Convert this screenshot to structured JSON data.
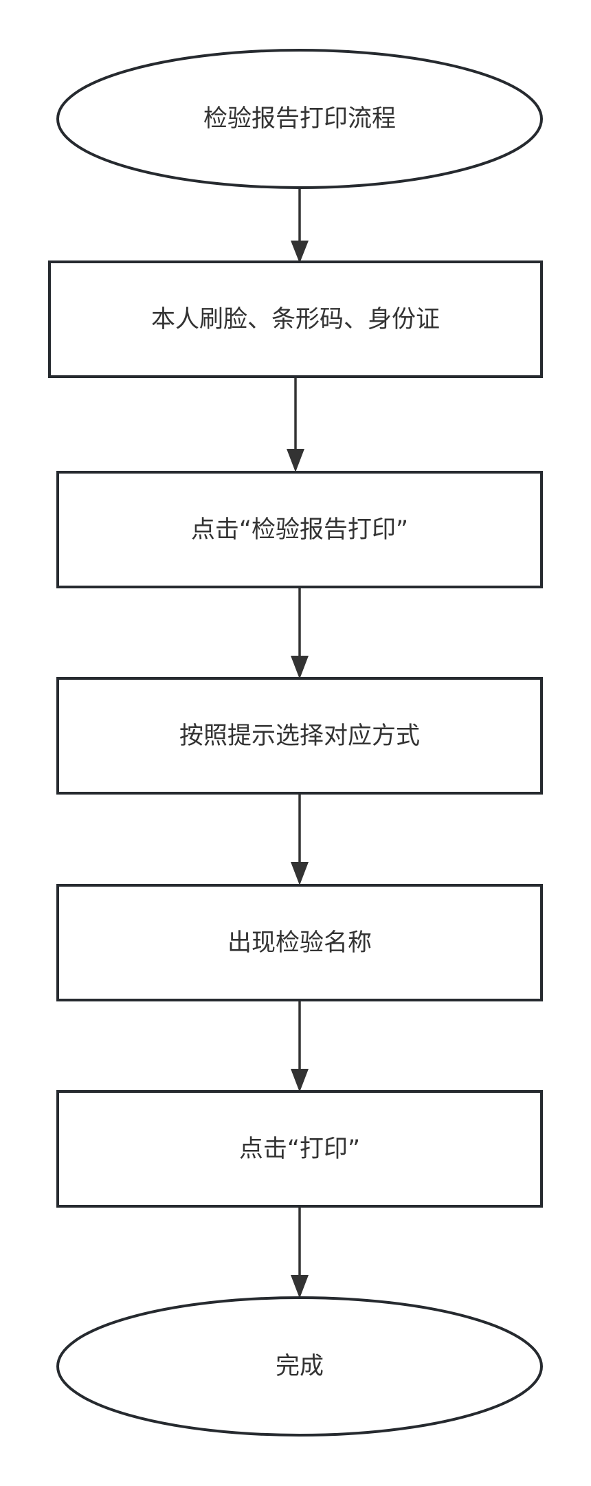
{
  "diagram": {
    "type": "flowchart",
    "colors": {
      "stroke": "#262a2f",
      "fill": "#ffffff",
      "text": "#333333",
      "arrow": "#333333"
    },
    "nodes": [
      {
        "id": "start",
        "shape": "ellipse",
        "label": "检验报告打印流程"
      },
      {
        "id": "step1",
        "shape": "rect",
        "label": "本人刷脸、条形码、身份证"
      },
      {
        "id": "step2",
        "shape": "rect",
        "label": "点击“检验报告打印”"
      },
      {
        "id": "step3",
        "shape": "rect",
        "label": "按照提示选择对应方式"
      },
      {
        "id": "step4",
        "shape": "rect",
        "label": "出现检验名称"
      },
      {
        "id": "step5",
        "shape": "rect",
        "label": "点击“打印”"
      },
      {
        "id": "end",
        "shape": "ellipse",
        "label": "完成"
      }
    ],
    "edges": [
      {
        "from": "start",
        "to": "step1"
      },
      {
        "from": "step1",
        "to": "step2"
      },
      {
        "from": "step2",
        "to": "step3"
      },
      {
        "from": "step3",
        "to": "step4"
      },
      {
        "from": "step4",
        "to": "step5"
      },
      {
        "from": "step5",
        "to": "end"
      }
    ]
  }
}
